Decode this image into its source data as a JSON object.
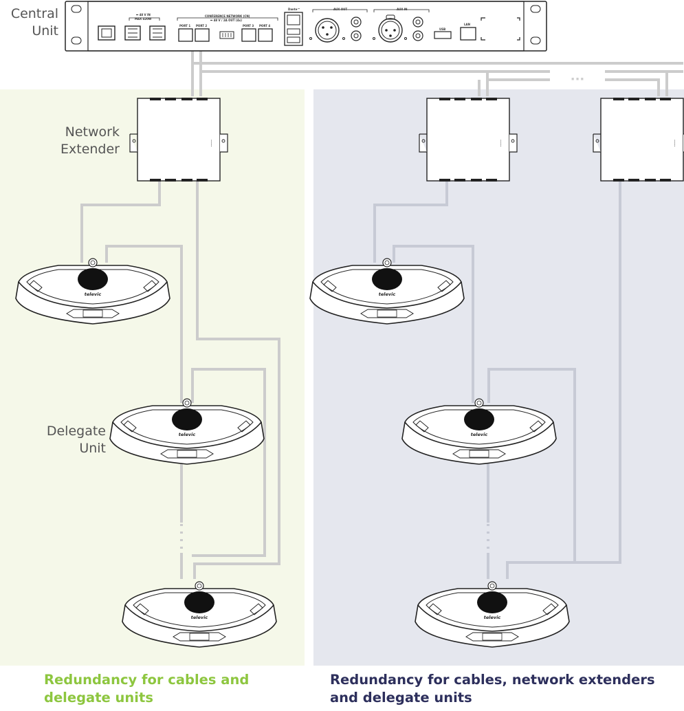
{
  "labels": {
    "central_unit": [
      "Central",
      "Unit"
    ],
    "network_extender": [
      "Network",
      "Extender"
    ],
    "delegate_unit": [
      "Delegate",
      "Unit"
    ]
  },
  "captions": {
    "left": [
      "Redundancy for cables and",
      "delegate units"
    ],
    "right": [
      "Redundancy for cables, network extenders",
      "and delegate units"
    ]
  },
  "central_unit_panel": {
    "psu": "⎓ 48 V IN",
    "psu_max": "MAX 420W",
    "network": "CONFERENCE NETWORK (CN)",
    "network_sub": "⎓ 48 V / 2A OUT (4x)",
    "port1": "PORT 1",
    "port2": "PORT 2",
    "port3": "PORT 3",
    "port4": "PORT 4",
    "dante": "Dante™",
    "aux_out": "AUX OUT",
    "aux_in": "AUX IN",
    "usb": "USB",
    "lan": "LAN"
  },
  "delegate_brand": "televic",
  "colors": {
    "left_panel": "#f5f8e9",
    "right_panel": "#e5e7ee",
    "cable_left": "#cccccc",
    "cable_right": "#c7cad5",
    "caption_left": "#8dc63f",
    "caption_right": "#2d2f5c",
    "label_text": "#555555"
  }
}
